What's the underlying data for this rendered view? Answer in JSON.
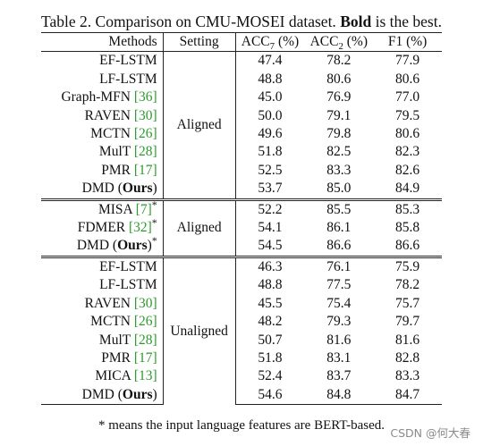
{
  "caption": {
    "prefix": "Table 2. Comparison on CMU-MOSEI dataset. ",
    "bold_word": "Bold",
    "suffix": " is the best."
  },
  "headers": {
    "methods": "Methods",
    "setting": "Setting",
    "acc7_main": "ACC",
    "acc7_sub": "7",
    "acc7_unit": " (%)",
    "acc2_main": "ACC",
    "acc2_sub": "2",
    "acc2_unit": " (%)",
    "f1": "F1 (%)"
  },
  "groups": [
    {
      "setting": "Aligned",
      "rows": [
        {
          "name": "EF-LSTM",
          "cite": "",
          "star": "",
          "acc7": "47.4",
          "acc2": "78.2",
          "f1": "77.9",
          "bold": false
        },
        {
          "name": "LF-LSTM",
          "cite": "",
          "star": "",
          "acc7": "48.8",
          "acc2": "80.6",
          "f1": "80.6",
          "bold": false
        },
        {
          "name": "Graph-MFN ",
          "cite": "[36]",
          "star": "",
          "acc7": "45.0",
          "acc2": "76.9",
          "f1": "77.0",
          "bold": false
        },
        {
          "name": "RAVEN ",
          "cite": "[30]",
          "star": "",
          "acc7": "50.0",
          "acc2": "79.1",
          "f1": "79.5",
          "bold": false
        },
        {
          "name": "MCTN ",
          "cite": "[26]",
          "star": "",
          "acc7": "49.6",
          "acc2": "79.8",
          "f1": "80.6",
          "bold": false
        },
        {
          "name": "MulT ",
          "cite": "[28]",
          "star": "",
          "acc7": "51.8",
          "acc2": "82.5",
          "f1": "82.3",
          "bold": false
        },
        {
          "name": "PMR ",
          "cite": "[17]",
          "star": "",
          "acc7": "52.5",
          "acc2": "83.3",
          "f1": "82.6",
          "bold": false
        },
        {
          "name": "DMD (",
          "ours": "Ours",
          "close": ")",
          "star": "",
          "acc7": "53.7",
          "acc2": "85.0",
          "f1": "84.9",
          "bold": true
        }
      ]
    },
    {
      "setting": "Aligned",
      "rows": [
        {
          "name": "MISA ",
          "cite": "[7]",
          "star": "*",
          "acc7": "52.2",
          "acc2": "85.5",
          "f1": "85.3",
          "bold": false
        },
        {
          "name": "FDMER ",
          "cite": "[32]",
          "star": "*",
          "acc7": "54.1",
          "acc2": "86.1",
          "f1": "85.8",
          "bold": false
        },
        {
          "name": "DMD (",
          "ours": "Ours",
          "close": ")",
          "star": "*",
          "acc7": "54.5",
          "acc2": "86.6",
          "f1": "86.6",
          "bold": true
        }
      ]
    },
    {
      "setting": "Unaligned",
      "rows": [
        {
          "name": "EF-LSTM",
          "cite": "",
          "star": "",
          "acc7": "46.3",
          "acc2": "76.1",
          "f1": "75.9",
          "bold": false
        },
        {
          "name": "LF-LSTM",
          "cite": "",
          "star": "",
          "acc7": "48.8",
          "acc2": "77.5",
          "f1": "78.2",
          "bold": false
        },
        {
          "name": "RAVEN ",
          "cite": "[30]",
          "star": "",
          "acc7": "45.5",
          "acc2": "75.4",
          "f1": "75.7",
          "bold": false
        },
        {
          "name": "MCTN ",
          "cite": "[26]",
          "star": "",
          "acc7": "48.2",
          "acc2": "79.3",
          "f1": "79.7",
          "bold": false
        },
        {
          "name": "MulT ",
          "cite": "[28]",
          "star": "",
          "acc7": "50.7",
          "acc2": "81.6",
          "f1": "81.6",
          "bold": false
        },
        {
          "name": "PMR ",
          "cite": "[17]",
          "star": "",
          "acc7": "51.8",
          "acc2": "83.1",
          "f1": "82.8",
          "bold": false
        },
        {
          "name": "MICA ",
          "cite": "[13]",
          "star": "",
          "acc7": "52.4",
          "acc2": "83.7",
          "f1": "83.3",
          "bold": false
        },
        {
          "name": "DMD (",
          "ours": "Ours",
          "close": ")",
          "star": "",
          "acc7": "54.6",
          "acc2": "84.8",
          "f1": "84.7",
          "bold": true
        }
      ]
    }
  ],
  "footnote": "* means the input language features are BERT-based.",
  "watermark": "CSDN @何大春",
  "colors": {
    "citation": "#2e9a2e",
    "rules": "#222222",
    "text": "#111111"
  }
}
